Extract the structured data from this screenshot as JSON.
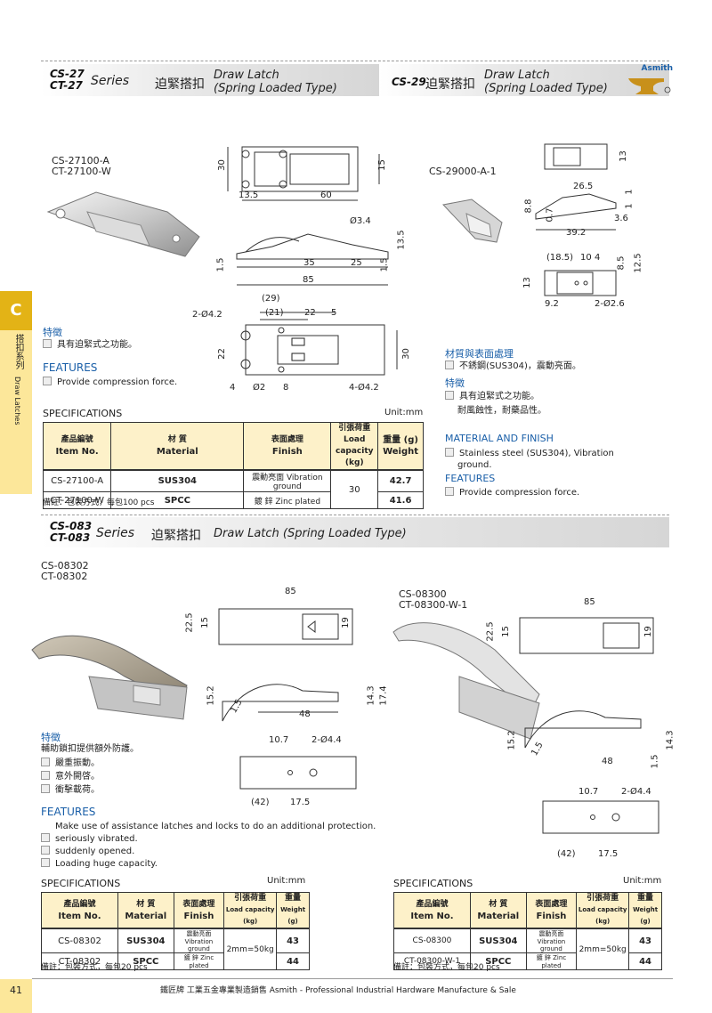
{
  "brand": "Asmith",
  "side_tab": {
    "letter": "C",
    "cn": "搭扣系列",
    "en": "Draw Latches"
  },
  "page_number": "41",
  "footer": "鐵匠牌  工業五金專業製造銷售  Asmith - Professional Industrial Hardware Manufacture & Sale",
  "sec1": {
    "models": [
      "CS-27",
      "CT-27"
    ],
    "series": "Series",
    "cn": "迫緊搭扣",
    "en_lines": [
      "Draw Latch",
      "(Spring Loaded Type)"
    ],
    "items": [
      "CS-27100-A",
      "CT-27100-W"
    ],
    "dims": {
      "top": [
        "30",
        "15",
        "13.5",
        "60"
      ],
      "side": [
        "Ø3.4",
        "13.5",
        "1.5",
        "35",
        "25",
        "1.5",
        "85"
      ],
      "bottom": [
        "(29)",
        "(21)",
        "22",
        "5",
        "2-Ø4.2",
        "22",
        "30",
        "4",
        "Ø2",
        "8",
        "4-Ø4.2"
      ]
    },
    "features_cn_title": "特徵",
    "features_cn": [
      "具有迫緊式之功能。"
    ],
    "features_en_title": "FEATURES",
    "features_en": [
      "Provide compression force."
    ],
    "spec_title": "SPECIFICATIONS",
    "unit": "Unit:mm",
    "headers": {
      "item_cn": "產品編號",
      "item_en": "Item No.",
      "mat_cn": "材  質",
      "mat_en": "Material",
      "fin_cn": "表面處理",
      "fin_en": "Finish",
      "load_cn": "引張荷重",
      "load_en": "Load capacity (kg)",
      "w_cn": "重量 (g)",
      "w_en": "Weight"
    },
    "rows": [
      {
        "item": "CS-27100-A",
        "material": "SUS304",
        "finish": "震動亮面 Vibration ground",
        "load": "30",
        "weight": "42.7"
      },
      {
        "item": "CT-27100-W",
        "material": "SPCC",
        "finish": "鍍 鋅  Zinc plated",
        "load": "",
        "weight": "41.6"
      }
    ],
    "note": "備註：包裝方式，每包100 pcs"
  },
  "sec2": {
    "model": "CS-29",
    "cn": "迫緊搭扣",
    "en_lines": [
      "Draw Latch",
      "(Spring Loaded Type)"
    ],
    "item": "CS-29000-A-1",
    "dims": {
      "top": [
        "13"
      ],
      "side": [
        "26.5",
        "1",
        "8.8",
        "0.7",
        "1",
        "3.6",
        "39.2"
      ],
      "bottom": [
        "(18.5)",
        "10",
        "4",
        "8.5",
        "12.5",
        "13",
        "9.2",
        "2-Ø2.6"
      ]
    },
    "mat_title": "材質與表面處理",
    "mat_cn": [
      "不銹鋼(SUS304)，震動亮面。"
    ],
    "feat_cn_title": "特徵",
    "feat_cn": [
      "具有迫緊式之功能。",
      "耐風蝕性，耐藥品性。"
    ],
    "mat_en_title": "MATERIAL AND FINISH",
    "mat_en": [
      "Stainless steel (SUS304), Vibration",
      "ground."
    ],
    "feat_en_title": "FEATURES",
    "feat_en": [
      "Provide compression force."
    ]
  },
  "sec3": {
    "models": [
      "CS-083",
      "CT-083"
    ],
    "series": "Series",
    "cn": "迫緊搭扣",
    "en": "Draw Latch  (Spring Loaded Type)",
    "items_left": [
      "CS-08302",
      "CT-08302"
    ],
    "items_right": [
      "CS-08300",
      "CT-08300-W-1"
    ],
    "dims_left": {
      "top": [
        "85",
        "22.5",
        "15",
        "19"
      ],
      "side": [
        "15.2",
        "1.5",
        "48",
        "14.3",
        "17.4"
      ],
      "bottom": [
        "10.7",
        "2-Ø4.4",
        "(42)",
        "17.5"
      ]
    },
    "dims_right": {
      "top": [
        "85",
        "22.5",
        "15",
        "19"
      ],
      "side": [
        "15.2",
        "1.5",
        "48",
        "14.3",
        "1.5"
      ],
      "bottom": [
        "10.7",
        "2-Ø4.4",
        "(42)",
        "17.5"
      ]
    },
    "features_cn_title": "特徵",
    "features_cn": [
      "輔助鎖扣提供額外防護。",
      "嚴重振動。",
      "意外開啓。",
      "衝擊載荷。"
    ],
    "features_en_title": "FEATURES",
    "features_en": [
      "Make use of assistance latches and locks to do an additional protection.",
      "seriously vibrated.",
      "suddenly opened.",
      "Loading huge capacity."
    ],
    "spec_title": "SPECIFICATIONS",
    "unit": "Unit:mm",
    "headers": {
      "item_cn": "產品編號",
      "item_en": "Item No.",
      "mat_cn": "材  質",
      "mat_en": "Material",
      "fin_cn": "表面處理",
      "fin_en": "Finish",
      "load_cn": "引張荷重",
      "load_en": "Load capacity (kg)",
      "w_cn": "重量",
      "w_en": "Weight (g)"
    },
    "rows_left": [
      {
        "item": "CS-08302",
        "material": "SUS304",
        "finish": "震動亮面 Vibration ground",
        "load": "2mm=50kg",
        "weight": "43"
      },
      {
        "item": "CT-08302",
        "material": "SPCC",
        "finish": "鍍 鋅 Zinc plated",
        "load": "",
        "weight": "44"
      }
    ],
    "rows_right": [
      {
        "item": "CS-08300",
        "material": "SUS304",
        "finish": "震動亮面 Vibration ground",
        "load": "2mm=50kg",
        "weight": "43"
      },
      {
        "item": "CT-08300-W-1",
        "material": "SPCC",
        "finish": "鍍 鋅 Zinc plated",
        "load": "",
        "weight": "44"
      }
    ],
    "note": "備註：包裝方式，每包20 pcs"
  }
}
